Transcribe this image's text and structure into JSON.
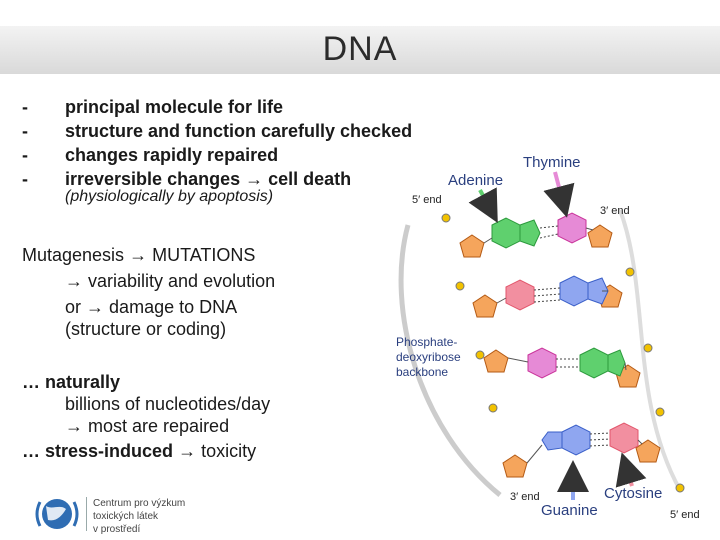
{
  "slide": {
    "title": "DNA"
  },
  "bullets": [
    {
      "dash": "-",
      "text": "principal molecule for life"
    },
    {
      "dash": "-",
      "text": "structure and function carefully checked"
    },
    {
      "dash": "-",
      "text": "changes rapidly repaired"
    },
    {
      "dash": "-",
      "text_before": "irreversible changes",
      "arrow": "→",
      "text_after": "cell death"
    }
  ],
  "note": "(physiologically by apoptosis)",
  "mutagenesis": {
    "line1_a": "Mutagenesis",
    "line1_b": "MUTATIONS",
    "line2": "variability and evolution",
    "line3_a": "or",
    "line3_b": "damage to DNA",
    "line4": "(structure or coding)"
  },
  "natural": {
    "line1": "… naturally",
    "line2": "billions of nucleotides/day",
    "line3": "most are repaired",
    "line4_a": "… stress-induced",
    "line4_b": "toxicity"
  },
  "arrow": "→",
  "diagram": {
    "adenine": "Adenine",
    "thymine": "Thymine",
    "guanine": "Guanine",
    "cytosine": "Cytosine",
    "backbone_1": "Phosphate-",
    "backbone_2": "deoxyribose",
    "backbone_3": "backbone",
    "end5_top": "5′ end",
    "end3_top": "3′ end",
    "end3_bottom": "3′ end",
    "end5_bottom": "5′ end",
    "colors": {
      "adenine": "#2c9a3c",
      "thymine": "#c9339a",
      "guanine": "#3a5fc8",
      "cytosine": "#e2556b",
      "backbone": "#b45a14"
    }
  },
  "logo": {
    "line1": "Centrum pro výzkum",
    "line2": "toxických látek",
    "line3": "v prostředí"
  }
}
